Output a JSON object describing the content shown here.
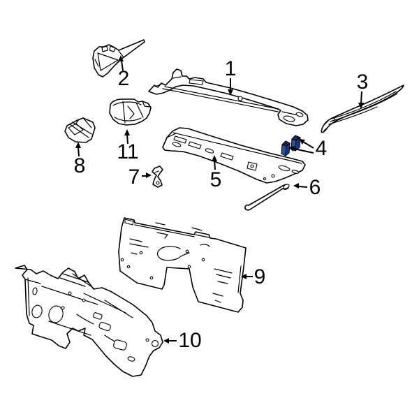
{
  "diagram": {
    "type": "exploded-parts-diagram",
    "subject": "automotive cowl and dash panel components line drawing",
    "background_color": "#ffffff",
    "line_color": "#000000",
    "highlight_color": "#2e52a3",
    "highlighted_part_number": "4",
    "callouts": [
      {
        "text": "1"
      },
      {
        "text": "2"
      },
      {
        "text": "3"
      },
      {
        "text": "4"
      },
      {
        "text": "5"
      },
      {
        "text": "6"
      },
      {
        "text": "7"
      },
      {
        "text": "8"
      },
      {
        "text": "9"
      },
      {
        "text": "10"
      },
      {
        "text": "11"
      }
    ]
  }
}
